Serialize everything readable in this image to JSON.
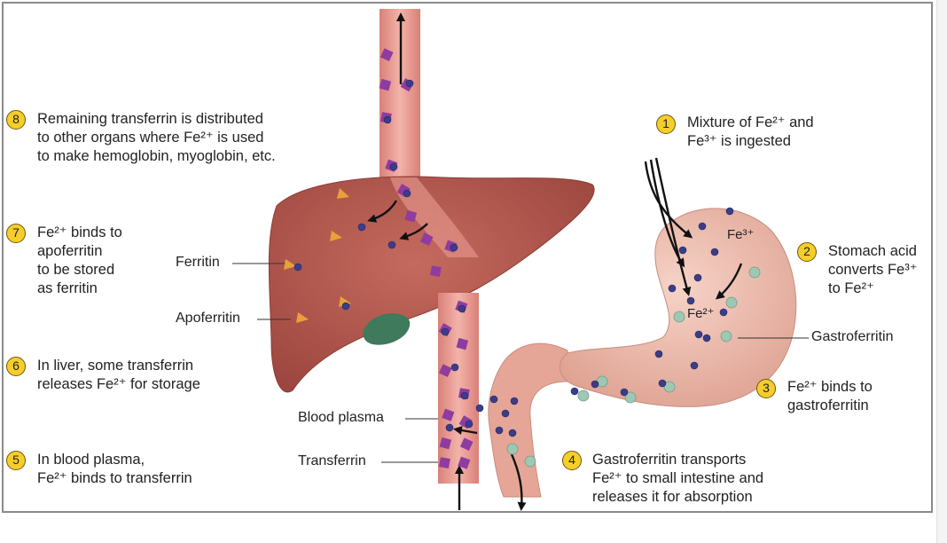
{
  "steps": [
    {
      "num": "1",
      "lines": [
        "Mixture of Fe²⁺ and",
        "Fe³⁺ is ingested"
      ]
    },
    {
      "num": "2",
      "lines": [
        "Stomach acid",
        "converts Fe³⁺",
        "to Fe²⁺"
      ]
    },
    {
      "num": "3",
      "lines": [
        "Fe²⁺ binds to",
        "gastroferritin"
      ]
    },
    {
      "num": "4",
      "lines": [
        "Gastroferritin transports",
        "Fe²⁺ to small intestine and",
        "releases it for absorption"
      ]
    },
    {
      "num": "5",
      "lines": [
        "In blood plasma,",
        "Fe²⁺ binds to transferrin"
      ]
    },
    {
      "num": "6",
      "lines": [
        "In liver, some transferrin",
        "releases Fe²⁺ for storage"
      ]
    },
    {
      "num": "7",
      "lines": [
        "Fe²⁺ binds to",
        "apoferritin",
        "to be stored",
        "as ferritin"
      ]
    },
    {
      "num": "8",
      "lines": [
        "Remaining transferrin is distributed",
        "to other organs where Fe²⁺ is used",
        "to make hemoglobin, myoglobin, etc."
      ]
    }
  ],
  "labels": {
    "ferritin": "Ferritin",
    "apoferritin": "Apoferritin",
    "gastroferritin": "Gastroferritin",
    "blood_plasma": "Blood plasma",
    "transferrin": "Transferrin",
    "fe3": "Fe³⁺",
    "fe2": "Fe²⁺"
  },
  "colors": {
    "liver": "#b5584f",
    "stomach": "#eab3a4",
    "vessel": "#e99c93",
    "iron": "#3a3d8a",
    "gastroferritin": "#9fc8b4",
    "transferrin": "#8e3ca0",
    "apoferritin": "#e8a13a",
    "gallbladder": "#3f7a5d",
    "badge": "#f6cd2b"
  }
}
